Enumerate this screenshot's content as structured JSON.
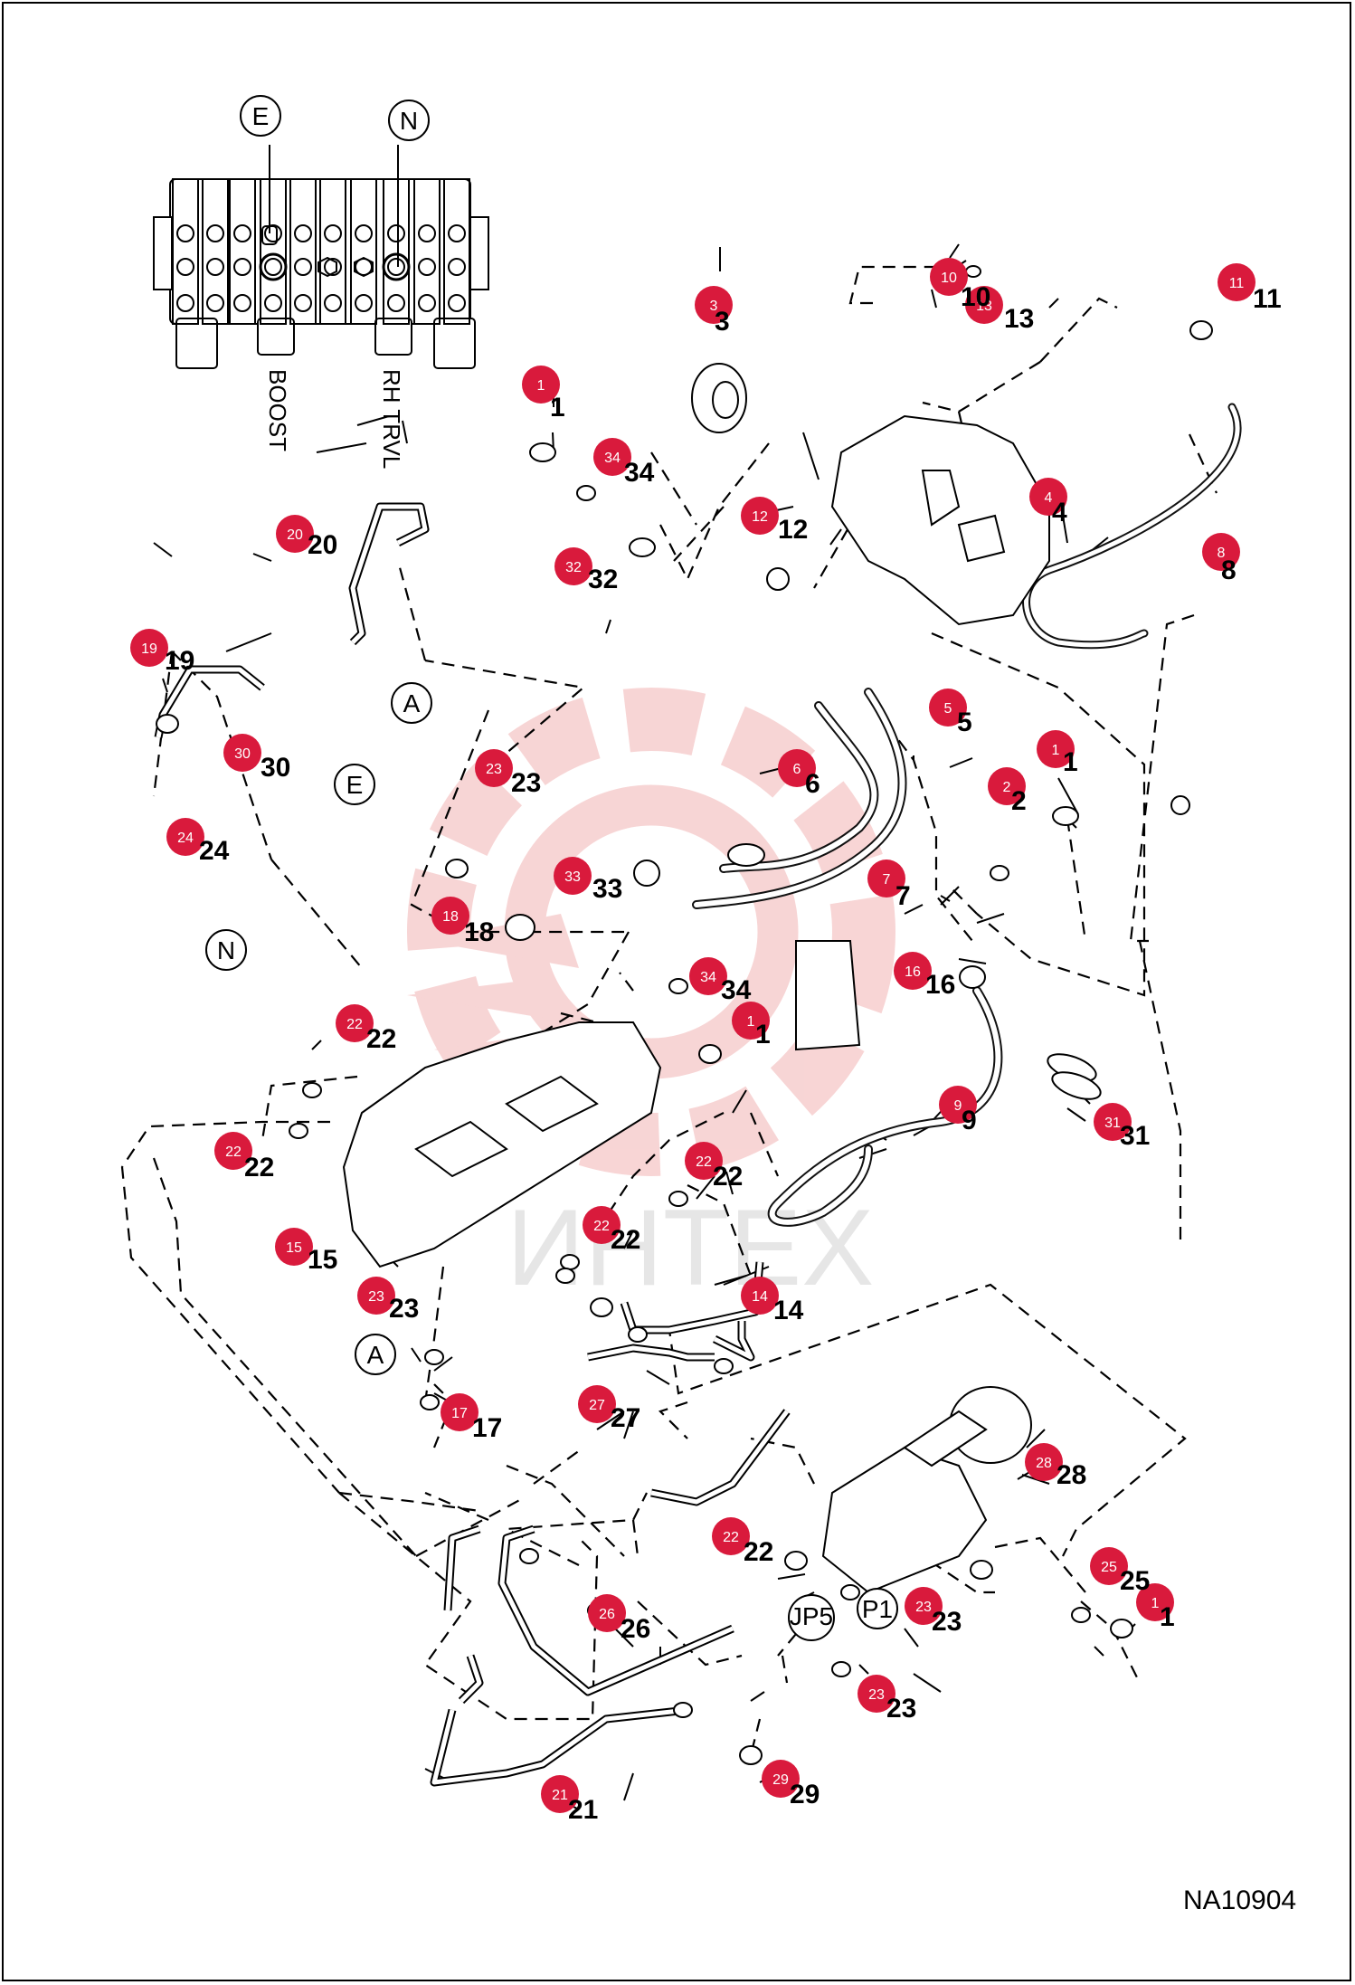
{
  "drawing_code": "NA10904",
  "valve_labels": {
    "boost": "BOOST",
    "rh_travel": "RH TRVL"
  },
  "callouts": {
    "E": "E",
    "N": "N",
    "A": "A",
    "JP5": "JP5",
    "P1": "P1"
  },
  "part_numbers": [
    "1",
    "2",
    "3",
    "4",
    "5",
    "6",
    "7",
    "8",
    "9",
    "10",
    "11",
    "12",
    "13",
    "14",
    "15",
    "16",
    "17",
    "18",
    "19",
    "20",
    "21",
    "22",
    "23",
    "24",
    "25",
    "26",
    "27",
    "28",
    "29",
    "30",
    "31",
    "32",
    "33",
    "34"
  ],
  "watermark": "ИНТЕХ",
  "colors": {
    "badge": "#d91a3c",
    "line": "#000000",
    "watermark": "#f2b3b3",
    "watermark_text": "#d6d6d6"
  }
}
